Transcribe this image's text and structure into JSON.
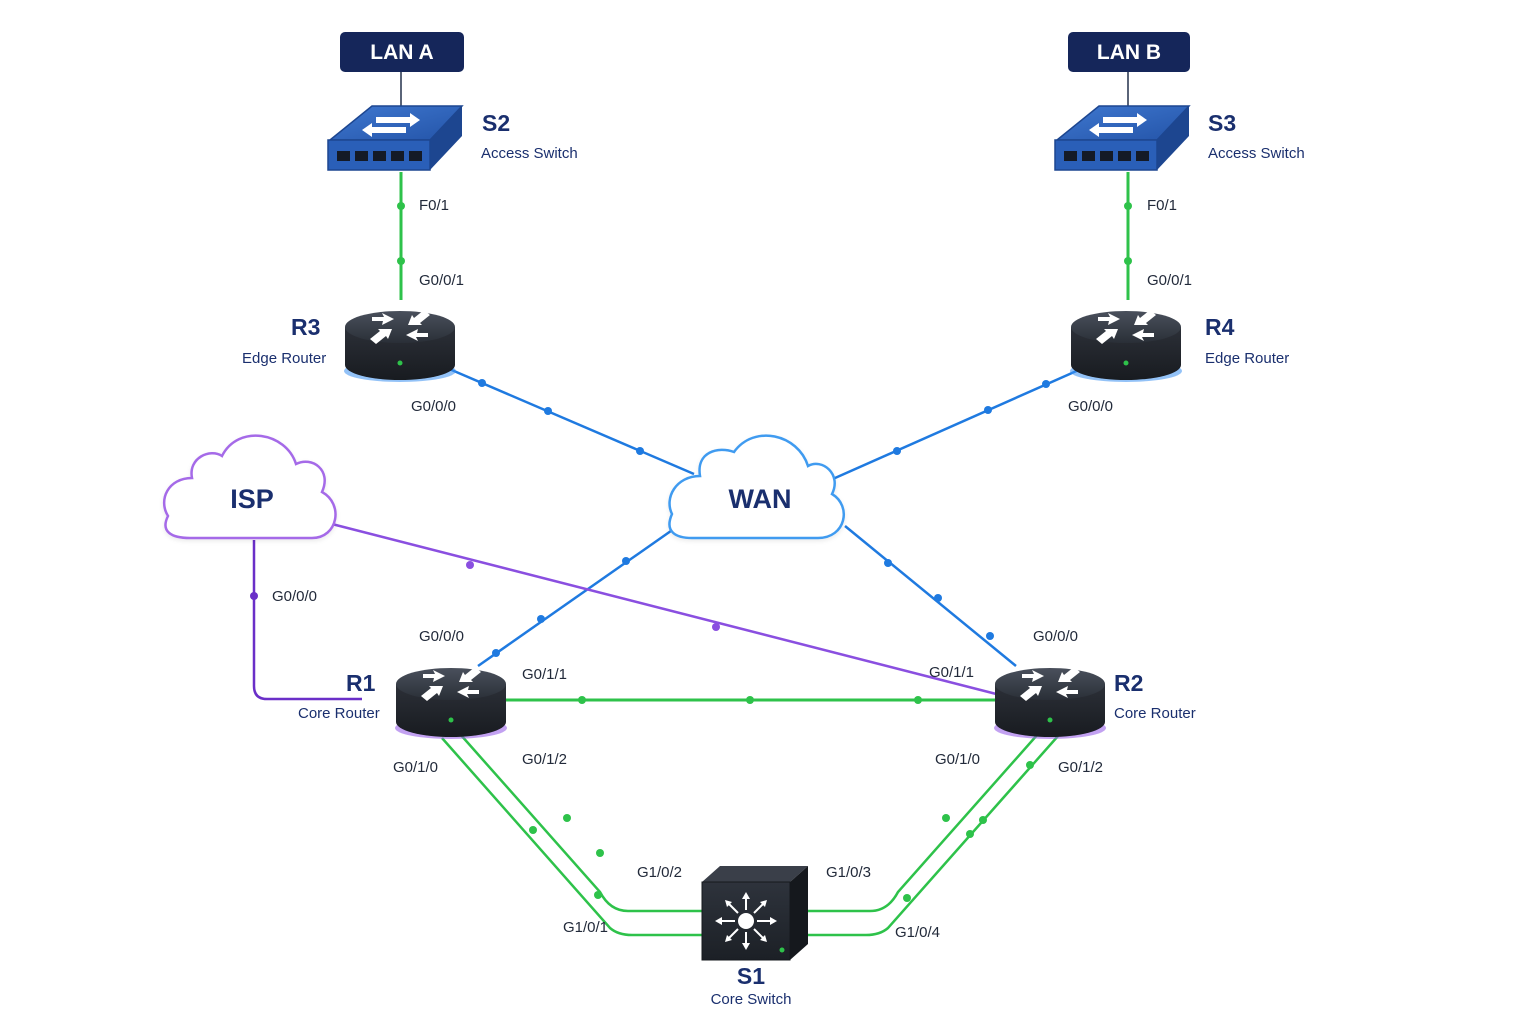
{
  "colors": {
    "lan_link": "#2ec24a",
    "wan_link": "#1f7ae0",
    "isp_link": "#8a4fe0",
    "isp_link_dark": "#6a2fc8",
    "device_dark": "#262b33",
    "switch_blue": "#2a5fb8",
    "label": "#1a2f6e"
  },
  "lans": {
    "a": {
      "label": "LAN A"
    },
    "b": {
      "label": "LAN B"
    }
  },
  "clouds": {
    "wan": {
      "label": "WAN",
      "icon": "cloud-icon"
    },
    "isp": {
      "label": "ISP",
      "icon": "cloud-icon"
    }
  },
  "devices": {
    "s2": {
      "name": "S2",
      "role": "Access Switch",
      "icon": "access-switch-icon"
    },
    "s3": {
      "name": "S3",
      "role": "Access Switch",
      "icon": "access-switch-icon"
    },
    "r3": {
      "name": "R3",
      "role": "Edge Router",
      "icon": "router-icon"
    },
    "r4": {
      "name": "R4",
      "role": "Edge Router",
      "icon": "router-icon"
    },
    "r1": {
      "name": "R1",
      "role": "Core Router",
      "icon": "router-icon"
    },
    "r2": {
      "name": "R2",
      "role": "Core Router",
      "icon": "router-icon"
    },
    "s1": {
      "name": "S1",
      "role": "Core Switch",
      "icon": "multilayer-switch-icon"
    }
  },
  "ports": {
    "s2_f01": "F0/1",
    "r3_g001": "G0/0/1",
    "r3_g000": "G0/0/0",
    "s3_f01": "F0/1",
    "r4_g001": "G0/0/1",
    "r4_g000": "G0/0/0",
    "isp_g000": "G0/0/0",
    "r1_g000": "G0/0/0",
    "r1_g011": "G0/1/1",
    "r1_g010": "G0/1/0",
    "r1_g012": "G0/1/2",
    "r2_g000": "G0/0/0",
    "r2_g011": "G0/1/1",
    "r2_g010": "G0/1/0",
    "r2_g012": "G0/1/2",
    "s1_g102": "G1/0/2",
    "s1_g101": "G1/0/1",
    "s1_g103": "G1/0/3",
    "s1_g104": "G1/0/4"
  }
}
